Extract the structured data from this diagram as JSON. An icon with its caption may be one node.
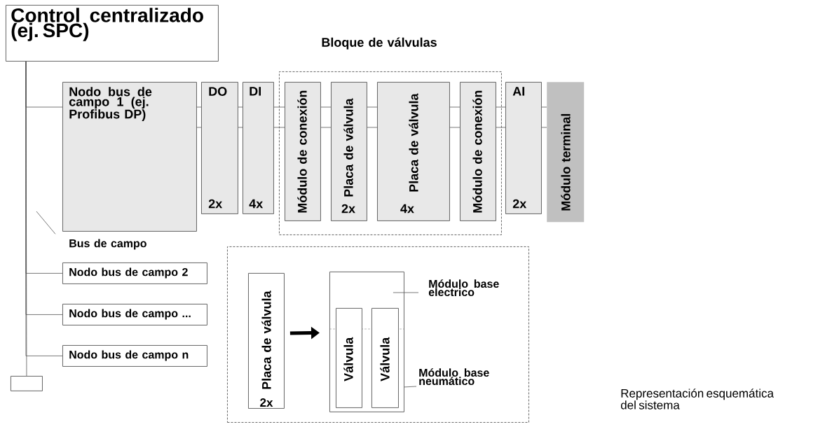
{
  "diagram": {
    "caption": "Representación esquemática del sistema",
    "nodes": [
      {
        "text": [
          "Control centralizado (ej. SPC)"
        ]
      },
      {
        "text": [
          "Nodo bus de campo 1 (ej. Profibus DP)"
        ]
      },
      {
        "text": [
          "DO",
          "2x"
        ]
      },
      {
        "text": [
          "DI",
          "4x"
        ]
      },
      {
        "text": [
          "Bloque de válvulas"
        ]
      },
      {
        "text": [
          "Módulo de conexión"
        ],
        "in": 4
      },
      {
        "text": [
          "Placa de válvula",
          "2x"
        ],
        "in": 4
      },
      {
        "text": [
          "Placa de válvula",
          "4x"
        ],
        "in": 4
      },
      {
        "text": [
          "Módulo de conexión"
        ],
        "in": 4
      },
      {
        "text": [
          "AI",
          "2x"
        ]
      },
      {
        "text": [
          "Módulo terminal"
        ]
      },
      {
        "text": [
          "Bus de campo"
        ]
      },
      {
        "text": [
          "Nodo bus de campo 2"
        ]
      },
      {
        "text": [
          "Nodo bus de campo ..."
        ]
      },
      {
        "text": [
          "Nodo bus de campo n"
        ]
      },
      {
        "text": [],
        "shape": "box"
      },
      {
        "text": [],
        "shape": "box"
      },
      {
        "text": [
          "Placa de válvula",
          "2x"
        ],
        "in": 16
      },
      {
        "text": [],
        "shape": "box",
        "in": 16
      },
      {
        "text": [
          "Válvula"
        ],
        "in": 18
      },
      {
        "text": [
          "Válvula"
        ],
        "in": 18
      },
      {
        "text": [
          "Módulo base electrico"
        ],
        "in": 16
      },
      {
        "text": [
          "Módulo base neumático"
        ],
        "in": 16
      }
    ],
    "edges": [
      {
        "from": 0,
        "to": 1,
        "arrow": "none"
      },
      {
        "from": 0,
        "to": 12,
        "arrow": "none"
      },
      {
        "from": 0,
        "to": 13,
        "arrow": "none"
      },
      {
        "from": 0,
        "to": 14,
        "arrow": "none"
      },
      {
        "from": 0,
        "to": 15,
        "arrow": "none"
      },
      {
        "from": 1,
        "to": 2,
        "arrow": "none"
      },
      {
        "from": 2,
        "to": 3,
        "arrow": "none"
      },
      {
        "from": 3,
        "to": 5,
        "arrow": "none"
      },
      {
        "from": 5,
        "to": 6,
        "arrow": "none"
      },
      {
        "from": 6,
        "to": 7,
        "arrow": "none"
      },
      {
        "from": 7,
        "to": 8,
        "arrow": "none"
      },
      {
        "from": 8,
        "to": 9,
        "arrow": "none"
      },
      {
        "from": 9,
        "to": 10,
        "arrow": "none"
      },
      {
        "from": 11,
        "to": null,
        "arrow": "none"
      },
      {
        "from": 17,
        "to": 18,
        "arrow": "to",
        "style": "thick"
      },
      {
        "from": 21,
        "to": 18,
        "arrow": "none"
      },
      {
        "from": 22,
        "to": 18,
        "arrow": "none"
      }
    ]
  }
}
